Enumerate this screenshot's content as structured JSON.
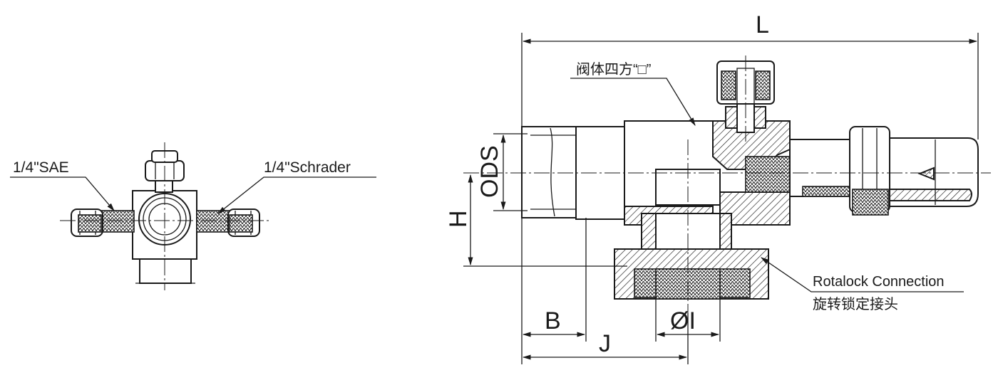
{
  "left_view": {
    "label_sae": "1/4\"SAE",
    "label_schrader": "1/4\"Schrader"
  },
  "section_view": {
    "dim_L": "L",
    "dim_ODS": "ODS",
    "dim_H": "H",
    "dim_B": "B",
    "dim_J": "J",
    "dim_OI": "ØI",
    "label_valve_body": "阀体四方“□”",
    "label_rotalock_en": "Rotalock Connection",
    "label_rotalock_cn": "旋转锁定接头"
  }
}
